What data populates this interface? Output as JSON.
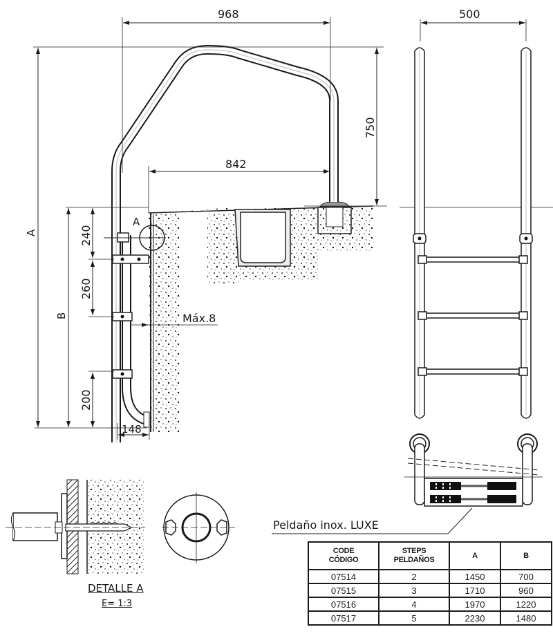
{
  "side_view": {
    "dimensions": {
      "overall_width": "968",
      "handrail_reach": "842",
      "handrail_height": "750",
      "total_height_label": "A",
      "below_deck_label": "B",
      "top_spacing": "240",
      "step_spacing": "260",
      "bottom_spacing": "200",
      "wall_offset": "148",
      "max_gap": "Máx.8"
    },
    "detail_callout": "A"
  },
  "front_view": {
    "dimensions": {
      "rail_spacing": "500"
    },
    "step_count_shown": 3
  },
  "step_detail": {
    "label": "Peldaño inox. LUXE"
  },
  "detail_a": {
    "title": "DETALLE A",
    "scale": "E= 1:3"
  },
  "spec_table": {
    "headers": {
      "code": [
        "CODE",
        "CÓDIGO"
      ],
      "steps": [
        "STEPS",
        "PELDAÑOS"
      ],
      "a": "A",
      "b": "B"
    },
    "rows": [
      {
        "code": "07514",
        "steps": "2",
        "a": "1450",
        "b": "700"
      },
      {
        "code": "07515",
        "steps": "3",
        "a": "1710",
        "b": "960"
      },
      {
        "code": "07516",
        "steps": "4",
        "a": "1970",
        "b": "1220"
      },
      {
        "code": "07517",
        "steps": "5",
        "a": "2230",
        "b": "1480"
      }
    ]
  }
}
